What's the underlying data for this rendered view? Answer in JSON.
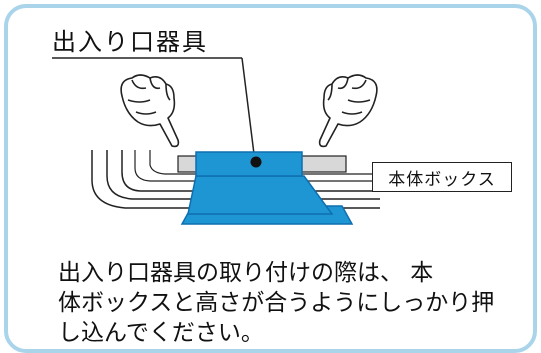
{
  "labels": {
    "fixture": "出入り口器具",
    "body_box": "本体ボックス"
  },
  "caption": {
    "line1": "出入り口器具の取り付けの際は、 本",
    "line2": "体ボックスと高さが合うようにしっかり押",
    "line3": "し込んでください。"
  },
  "colors": {
    "frame": "#a9d4ea",
    "fixture_blue": "#1e96d3",
    "fixture_dark": "#0e6fb0",
    "grey_part": "#d8d8d8",
    "ink": "#111111"
  },
  "icons": {
    "left_hand": "pointing-hand-icon",
    "right_hand": "pointing-hand-icon"
  }
}
